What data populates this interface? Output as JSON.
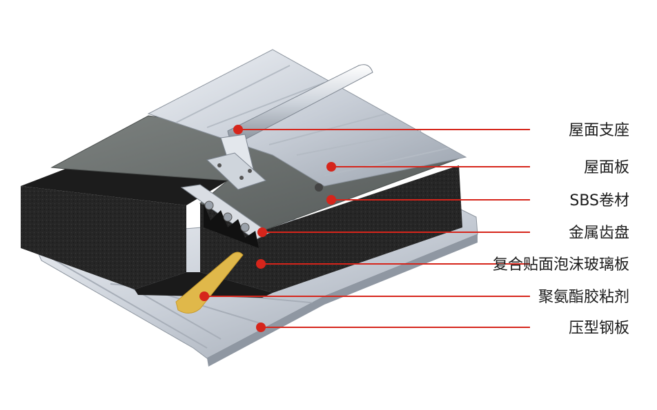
{
  "labels": [
    {
      "id": "roof-bracket",
      "text": "屋面支座"
    },
    {
      "id": "roof-panel",
      "text": "屋面板"
    },
    {
      "id": "sbs-membrane",
      "text": "SBS卷材"
    },
    {
      "id": "metal-tooth-plate",
      "text": "金属齿盘"
    },
    {
      "id": "composite-foam-glass",
      "text": "复合贴面泡沫玻璃板"
    },
    {
      "id": "pu-adhesive",
      "text": "聚氨酯胶粘剂"
    },
    {
      "id": "profiled-steel-deck",
      "text": "压型钢板"
    }
  ],
  "colors": {
    "leader": "#d6251b",
    "steel": "#c9ced6",
    "foam": "#2b2b2b",
    "membrane": "#6d7270",
    "adhesive": "#e0b84a"
  }
}
